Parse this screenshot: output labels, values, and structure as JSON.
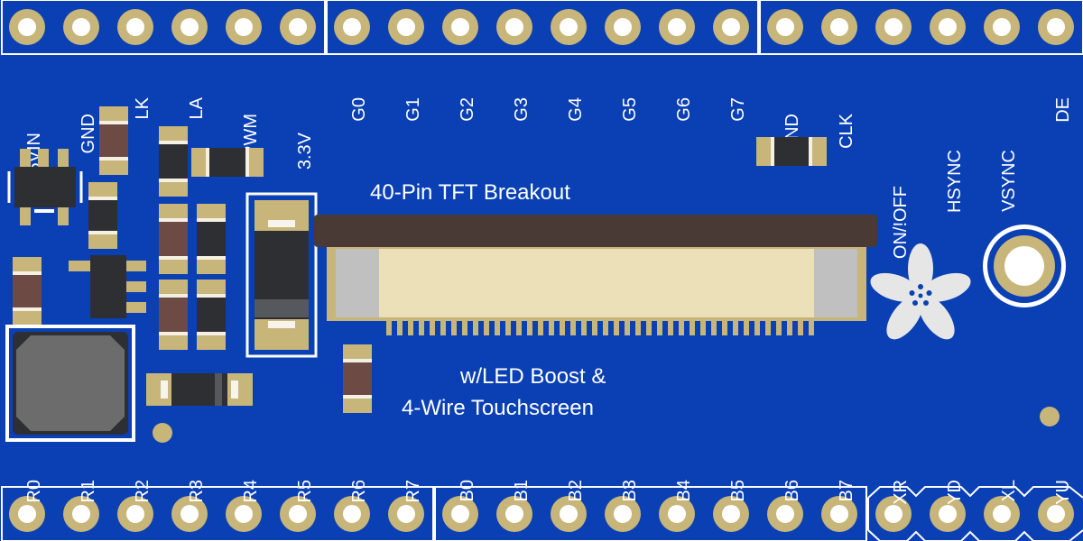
{
  "board": {
    "title": "40-Pin TFT Breakout",
    "subtitle_line1": "w/LED Boost &",
    "subtitle_line2": "4-Wire Touchscreen",
    "colors": {
      "pcb": "#0a40b4",
      "silk": "#ffffff",
      "pad": "#c8b57a",
      "connector": "#ece0b8",
      "connector_top": "#4a3a36"
    }
  },
  "top_pins": [
    "5VIN",
    "GND",
    "LK",
    "LA",
    "PWM",
    "3.3V",
    "G0",
    "G1",
    "G2",
    "G3",
    "G4",
    "G5",
    "G6",
    "G7",
    "GND",
    "CLK",
    "ON/!OFF",
    "HSYNC",
    "VSYNC",
    "DE"
  ],
  "bottom_pins": [
    "R0",
    "R1",
    "R2",
    "R3",
    "R4",
    "R5",
    "R6",
    "R7",
    "B0",
    "B1",
    "B2",
    "B3",
    "B4",
    "B5",
    "B6",
    "B7",
    "XR",
    "YD",
    "XL",
    "YU"
  ],
  "icons": [
    "adafruit-flower-logo",
    "mounting-hole"
  ]
}
